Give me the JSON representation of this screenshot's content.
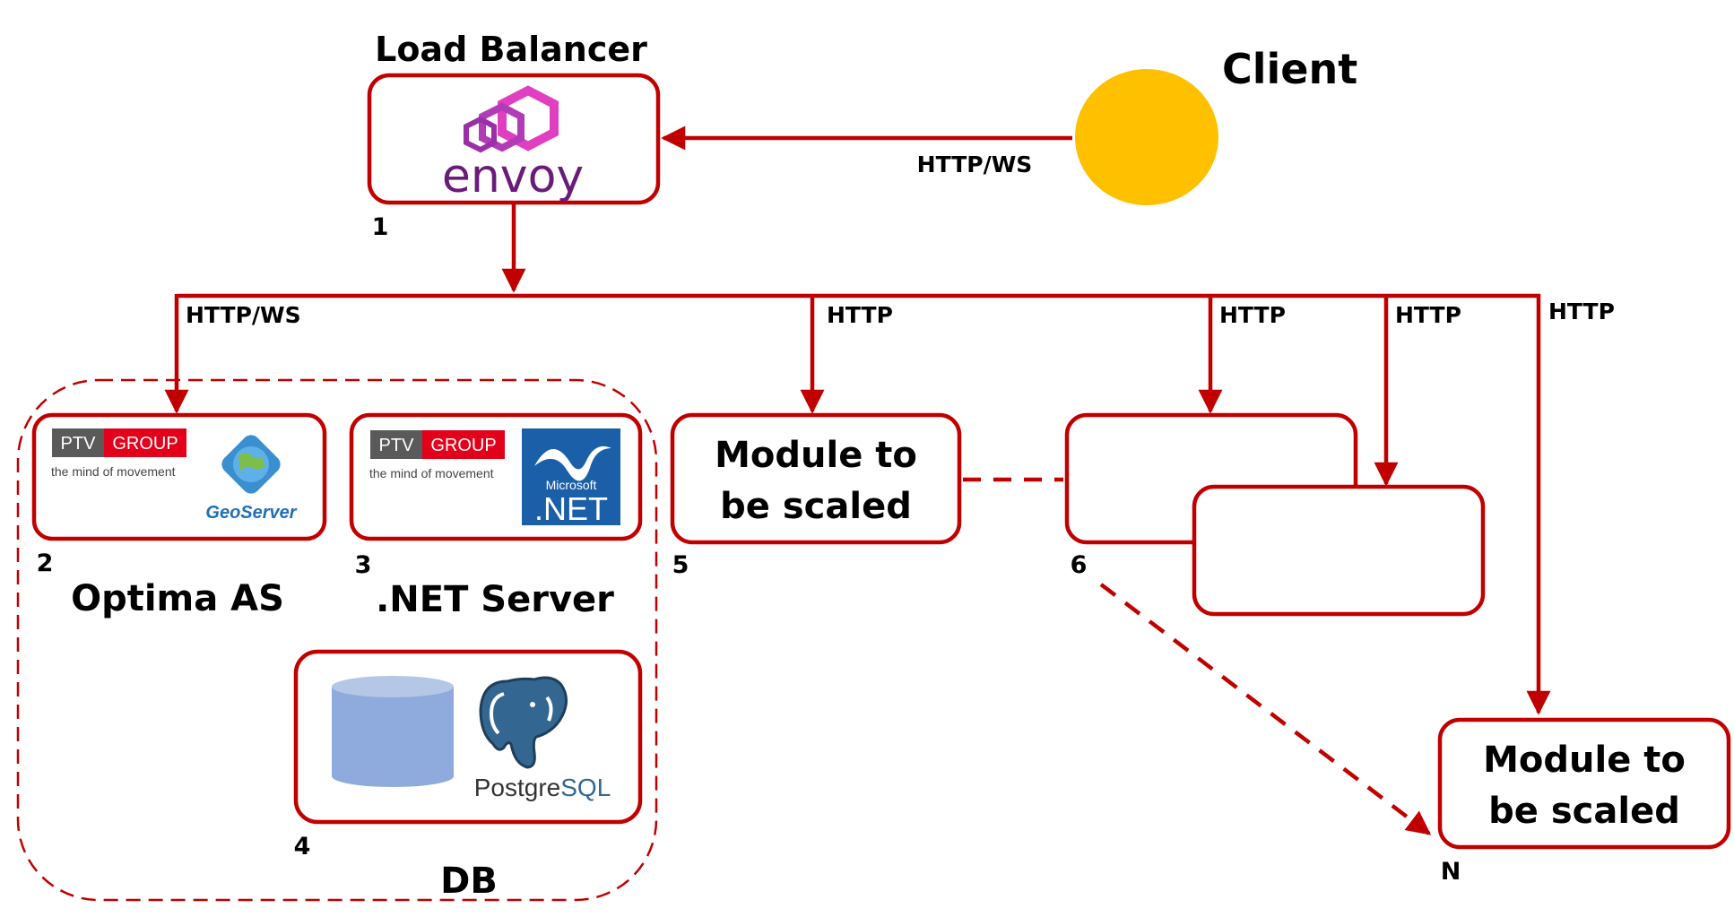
{
  "title": "Load Balancer",
  "client": {
    "label": "Client",
    "color": "#FFC000"
  },
  "colors": {
    "accent": "#C00000",
    "box_stroke": "#C00000",
    "db_cylinder": "#8FAADC",
    "envoy_magenta": "#E03FC1",
    "envoy_purple": "#6A1B7A",
    "ptv_gray": "#5A5A5A",
    "ptv_red": "#E2001A",
    "dotnet_blue": "#1A5FA8",
    "pg_blue": "#336791"
  },
  "edges": {
    "client_to_lb": "HTTP/WS",
    "to_optima": "HTTP/WS",
    "to_module5": "HTTP",
    "to_module6a": "HTTP",
    "to_module6b": "HTTP",
    "to_moduleN": "HTTP"
  },
  "nodes": {
    "lb": {
      "number": "1",
      "logo_text": "envoy"
    },
    "optima": {
      "number": "2",
      "caption": "Optima AS",
      "ptv_left": "PTV",
      "ptv_right": "GROUP",
      "tagline": "the mind of movement",
      "logo_text": "GeoServer"
    },
    "dotnet": {
      "number": "3",
      "caption": ".NET Server",
      "ptv_left": "PTV",
      "ptv_right": "GROUP",
      "tagline": "the mind of movement",
      "logo_line1": "Microsoft",
      "logo_line2": ".NET"
    },
    "db": {
      "number": "4",
      "caption": "DB",
      "logo_text_a": "Postgre",
      "logo_text_b": "SQL"
    },
    "module5": {
      "number": "5",
      "line1": "Module to",
      "line2": "be scaled"
    },
    "module6": {
      "number": "6"
    },
    "moduleN": {
      "number": "N",
      "line1": "Module to",
      "line2": "be scaled"
    }
  }
}
